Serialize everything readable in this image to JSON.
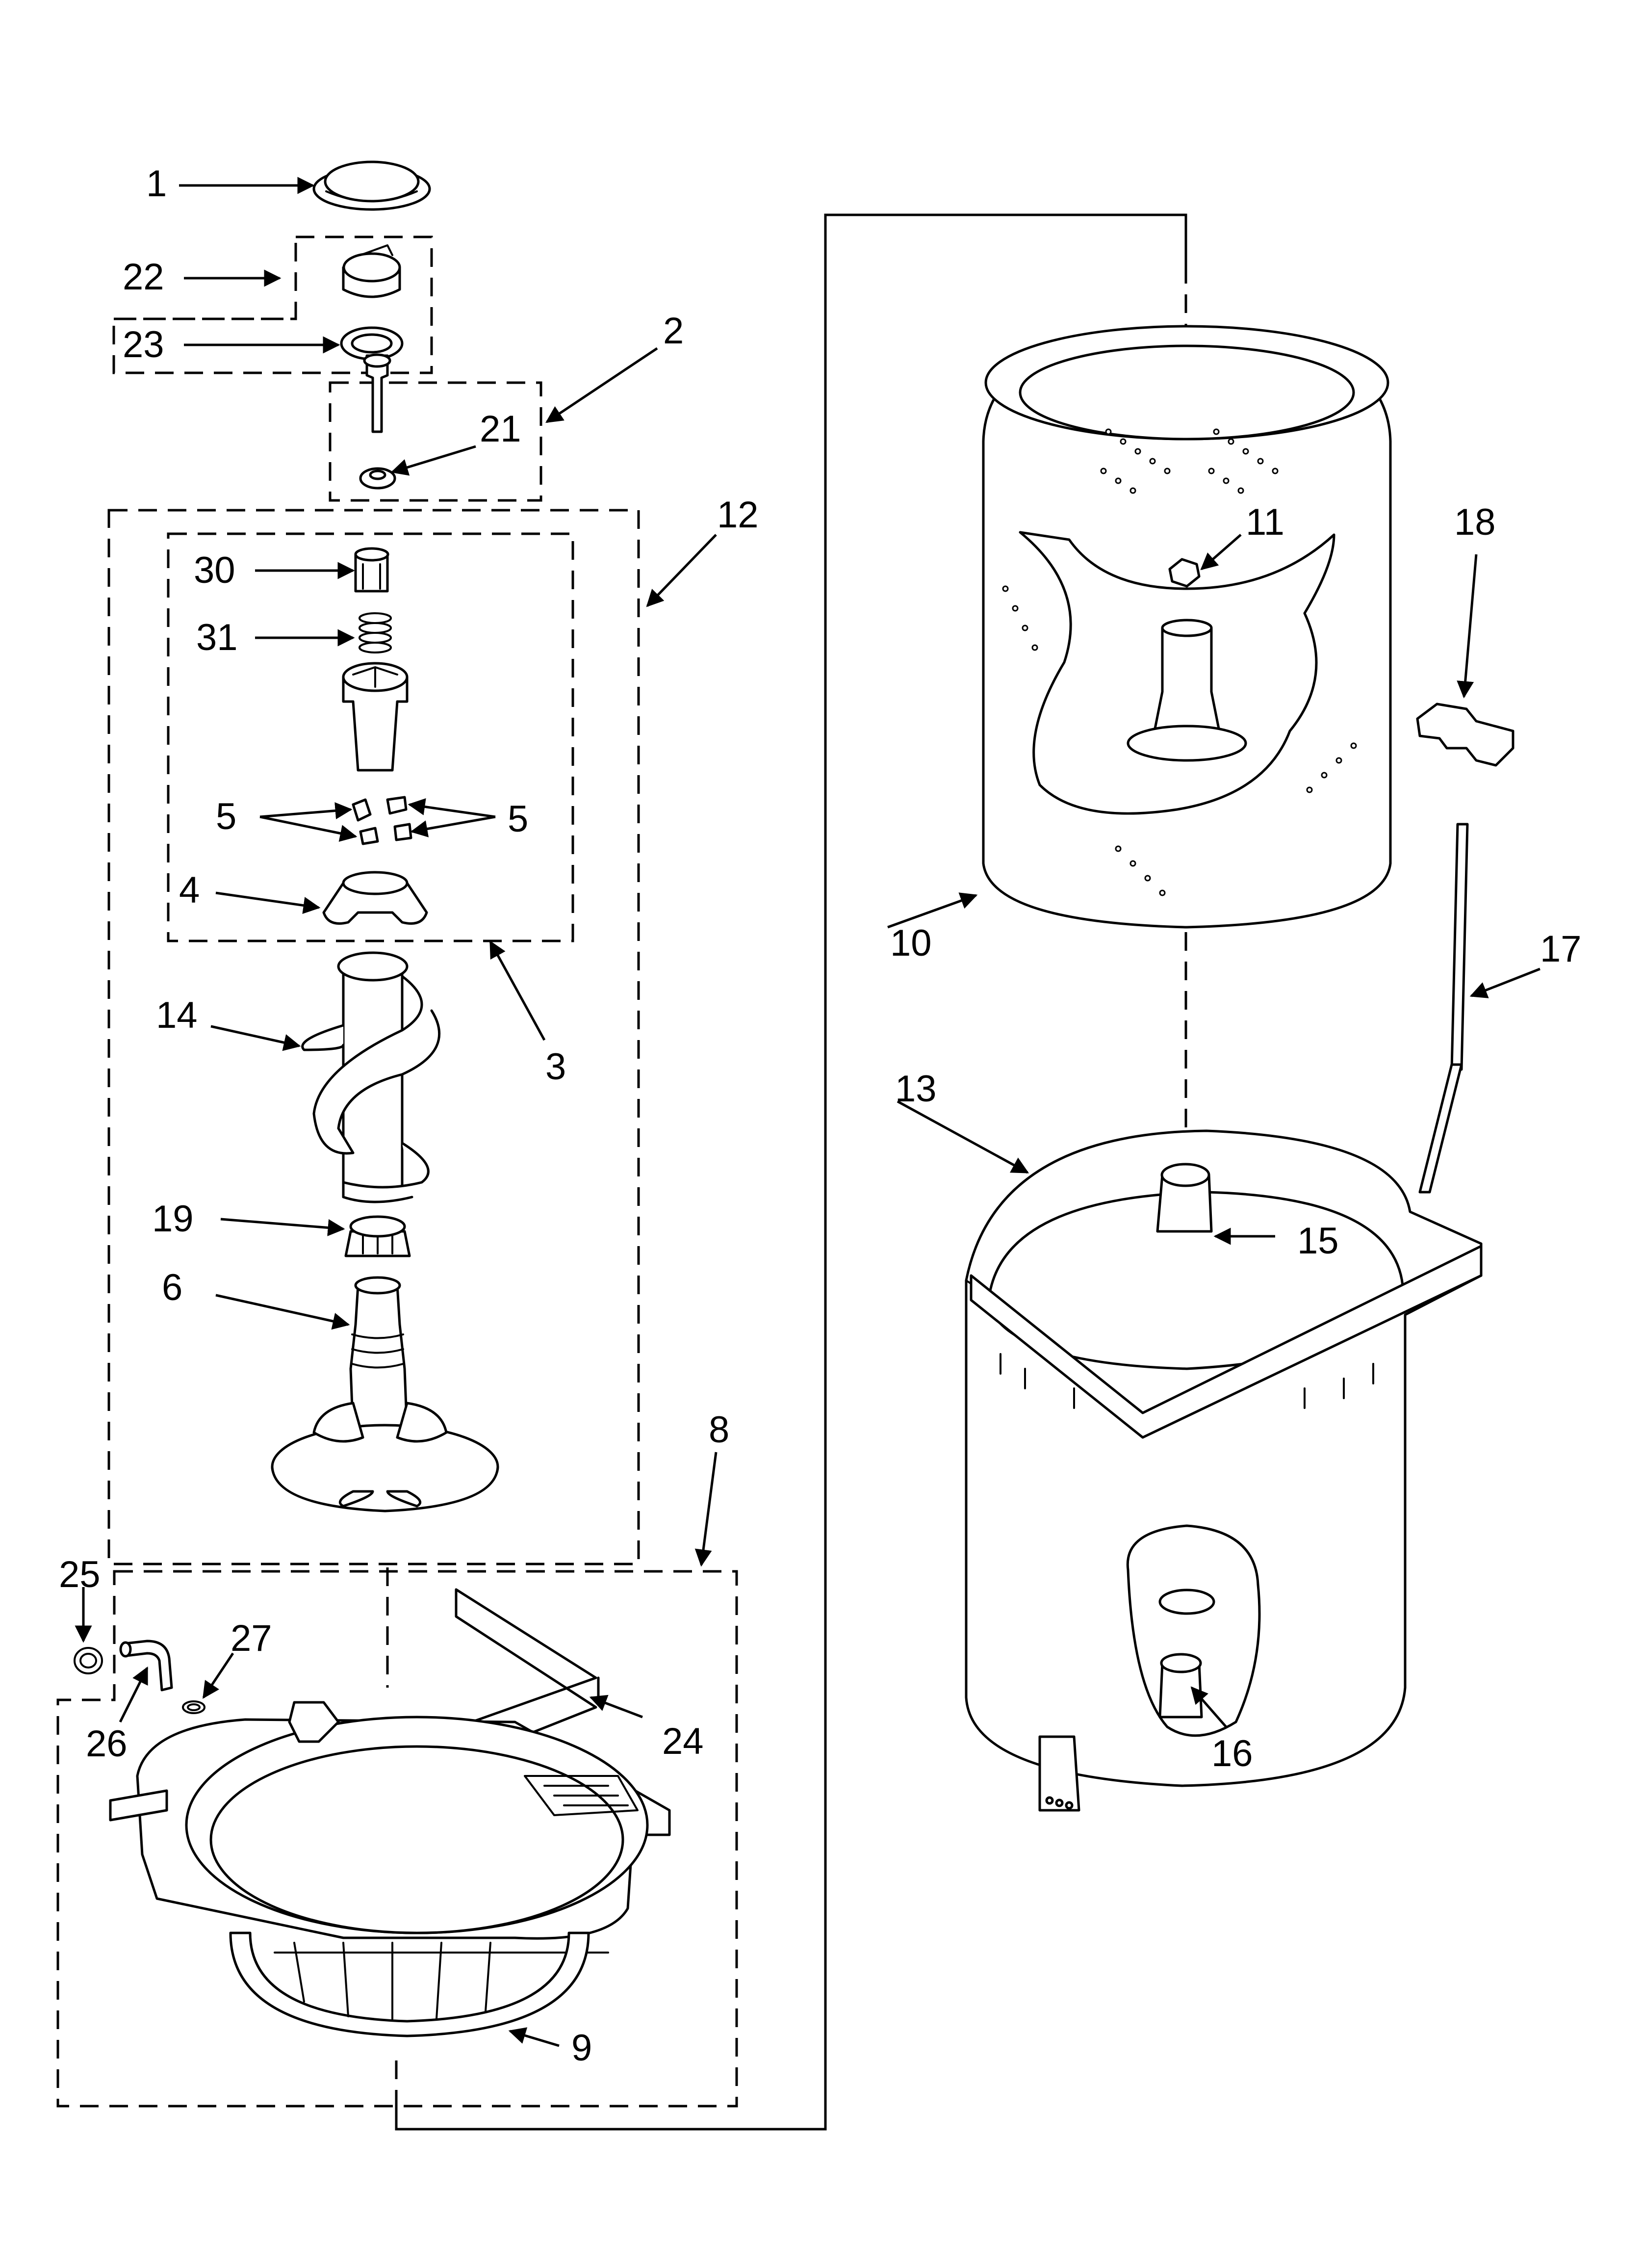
{
  "diagram": {
    "callouts": [
      {
        "id": "1",
        "text": "1"
      },
      {
        "id": "2",
        "text": "2"
      },
      {
        "id": "3",
        "text": "3"
      },
      {
        "id": "4",
        "text": "4"
      },
      {
        "id": "5a",
        "text": "5"
      },
      {
        "id": "5b",
        "text": "5"
      },
      {
        "id": "6",
        "text": "6"
      },
      {
        "id": "8",
        "text": "8"
      },
      {
        "id": "9",
        "text": "9"
      },
      {
        "id": "10",
        "text": "10"
      },
      {
        "id": "11",
        "text": "11"
      },
      {
        "id": "12",
        "text": "12"
      },
      {
        "id": "13",
        "text": "13"
      },
      {
        "id": "14",
        "text": "14"
      },
      {
        "id": "15",
        "text": "15"
      },
      {
        "id": "16",
        "text": "16"
      },
      {
        "id": "17",
        "text": "17"
      },
      {
        "id": "18",
        "text": "18"
      },
      {
        "id": "19",
        "text": "19"
      },
      {
        "id": "21",
        "text": "21"
      },
      {
        "id": "22",
        "text": "22"
      },
      {
        "id": "23",
        "text": "23"
      },
      {
        "id": "24",
        "text": "24"
      },
      {
        "id": "25",
        "text": "25"
      },
      {
        "id": "26",
        "text": "26"
      },
      {
        "id": "27",
        "text": "27"
      },
      {
        "id": "30",
        "text": "30"
      },
      {
        "id": "31",
        "text": "31"
      }
    ]
  }
}
